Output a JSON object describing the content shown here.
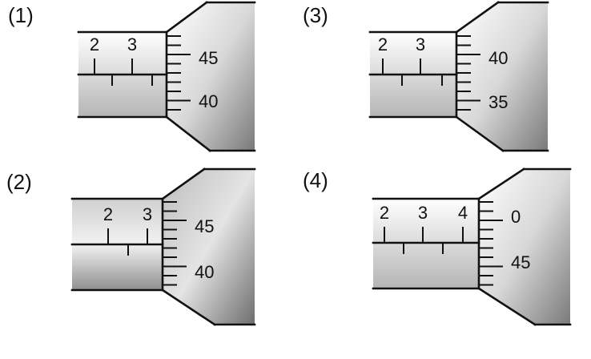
{
  "figure": {
    "panels": [
      {
        "label": "(1)",
        "sleeve_numbers": [
          "2",
          "3"
        ],
        "thimble_numbers": [
          "45",
          "40"
        ],
        "shaded": false
      },
      {
        "label": "(2)",
        "sleeve_numbers": [
          "2",
          "3"
        ],
        "thimble_numbers": [
          "45",
          "40"
        ],
        "shaded": true
      },
      {
        "label": "(3)",
        "sleeve_numbers": [
          "2",
          "3"
        ],
        "thimble_numbers": [
          "40",
          "35"
        ],
        "shaded": false
      },
      {
        "label": "(4)",
        "sleeve_numbers": [
          "2",
          "3",
          "4"
        ],
        "thimble_numbers": [
          "0",
          "45"
        ],
        "shaded": false
      }
    ],
    "colors": {
      "ink": "#111111",
      "shade": "#9a9a9a",
      "shade_light": "#d6d6d6"
    }
  }
}
